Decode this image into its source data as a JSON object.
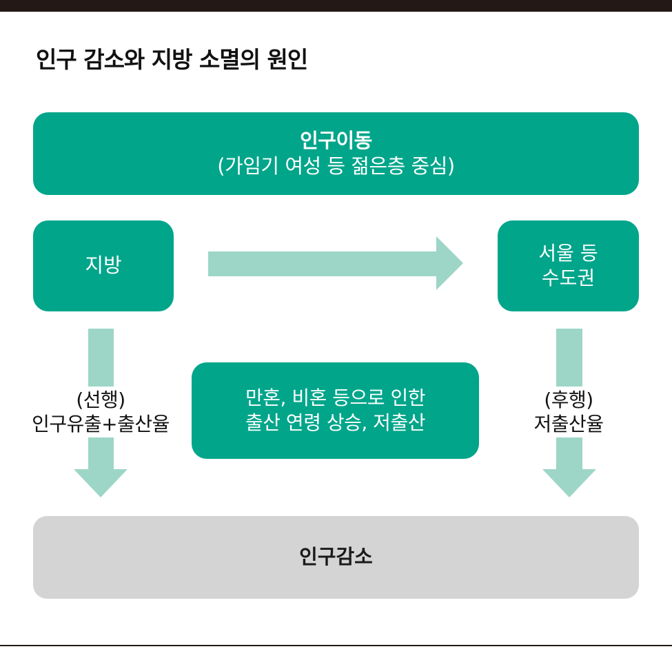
{
  "title": "인구 감소와 지방 소멸의 원인",
  "migration_box": {
    "label": "인구이동",
    "sublabel": "(가임기 여성 등 젊은층 중심)"
  },
  "region_box": {
    "label": "지방"
  },
  "capital_box": {
    "line1": "서울 등",
    "line2": "수도권"
  },
  "marriage_box": {
    "line1": "만혼, 비혼 등으로 인한",
    "line2": "출산 연령 상승, 저출산"
  },
  "left_arrow_label": {
    "line1": "(선행)",
    "line2": "인구유출+출산율"
  },
  "right_arrow_label": {
    "line1": "(후행)",
    "line2": "저출산율"
  },
  "decline_box": {
    "label": "인구감소"
  },
  "colors": {
    "box_green": "#00a58a",
    "arrow_mint": "#9dd6c6",
    "outcome_gray": "#d4d4d4",
    "frame_dark": "#231815"
  }
}
